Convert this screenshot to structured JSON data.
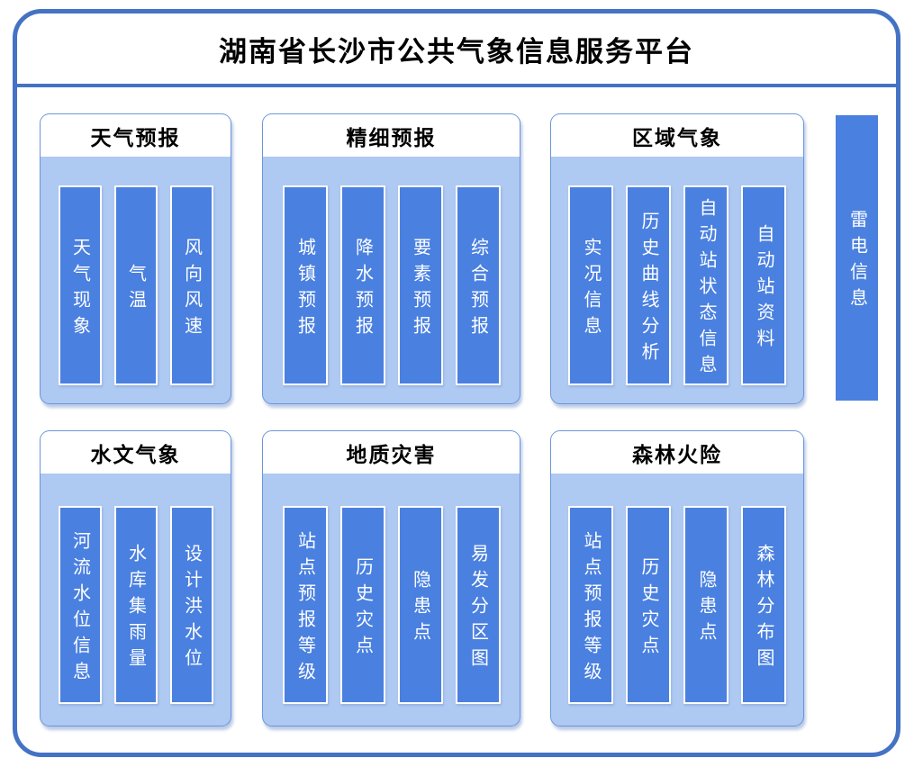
{
  "title": "湖南省长沙市公共气象信息服务平台",
  "panels": [
    {
      "title": "天气预报",
      "items": [
        "天气现象",
        "气温",
        "风向风速"
      ]
    },
    {
      "title": "精细预报",
      "items": [
        "城镇预报",
        "降水预报",
        "要素预报",
        "综合预报"
      ]
    },
    {
      "title": "区域气象",
      "items": [
        "实况信息",
        "历史曲线分析",
        "自动站状态信息",
        "自动站资料"
      ]
    },
    {
      "title": "水文气象",
      "items": [
        "河流水位信息",
        "水库集雨量",
        "设计洪水位"
      ]
    },
    {
      "title": "地质灾害",
      "items": [
        "站点预报等级",
        "历史灾点",
        "隐患点",
        "易发分区图"
      ]
    },
    {
      "title": "森林火险",
      "items": [
        "站点预报等级",
        "历史灾点",
        "隐患点",
        "森林分布图"
      ]
    }
  ],
  "right_bar": {
    "label": "雷电信息"
  },
  "colors": {
    "frame_border": "#4472C4",
    "panel_border": "#6B96DB",
    "panel_header_bg": "#FFFFFF",
    "panel_body": "#AEC9F2",
    "bar_fill": "#4A80E0",
    "bar_border": "#FFFFFF",
    "bar_text": "#FFFFFF",
    "title_text": "#000000"
  }
}
